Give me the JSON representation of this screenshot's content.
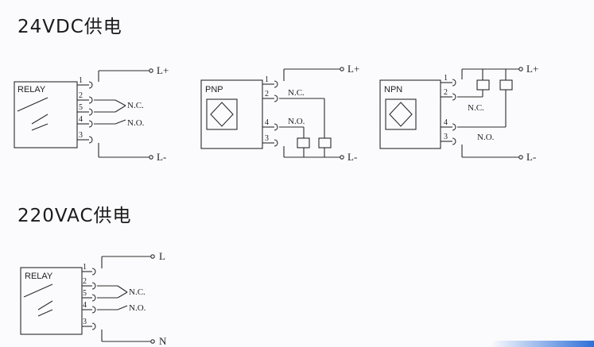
{
  "sections": {
    "dc_title": "24VDC供电",
    "ac_title": "220VAC供电"
  },
  "labels": {
    "relay": "RELAY",
    "pnp": "PNP",
    "npn": "NPN",
    "nc": "N.C.",
    "no": "N.O.",
    "l_plus": "L+",
    "l_minus": "L-",
    "l": "L",
    "n": "N"
  },
  "pins": {
    "relay_order": [
      "1",
      "2",
      "5",
      "4",
      "3"
    ],
    "sensor_order": [
      "1",
      "2",
      "4",
      "3"
    ]
  },
  "colors": {
    "line": "#2b2b2b",
    "text": "#1a1a1a",
    "accent": "#2f6fd8"
  }
}
